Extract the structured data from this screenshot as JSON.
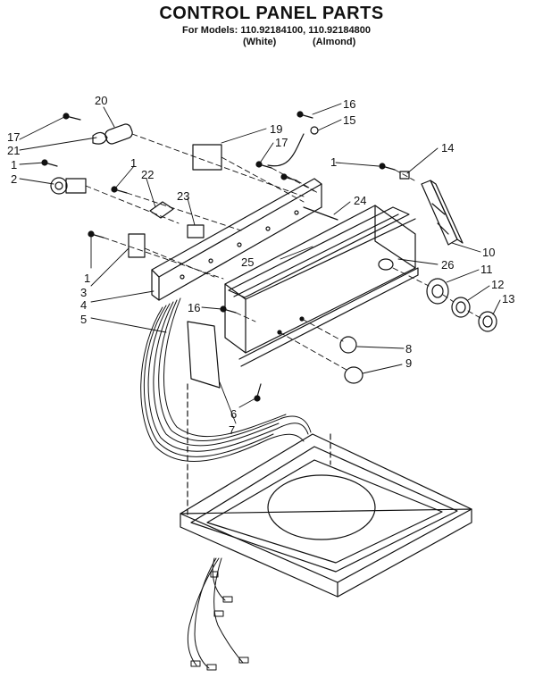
{
  "header": {
    "title": "CONTROL PANEL PARTS",
    "models_line": "For Models: 110.92184100, 110.92184800",
    "variant_white": "(White)",
    "variant_almond": "(Almond)"
  },
  "callouts": [
    "1",
    "2",
    "3",
    "4",
    "5",
    "6",
    "7",
    "8",
    "9",
    "10",
    "11",
    "12",
    "13",
    "14",
    "15",
    "16",
    "17",
    "19",
    "20",
    "21",
    "22",
    "23",
    "24",
    "25",
    "26"
  ]
}
